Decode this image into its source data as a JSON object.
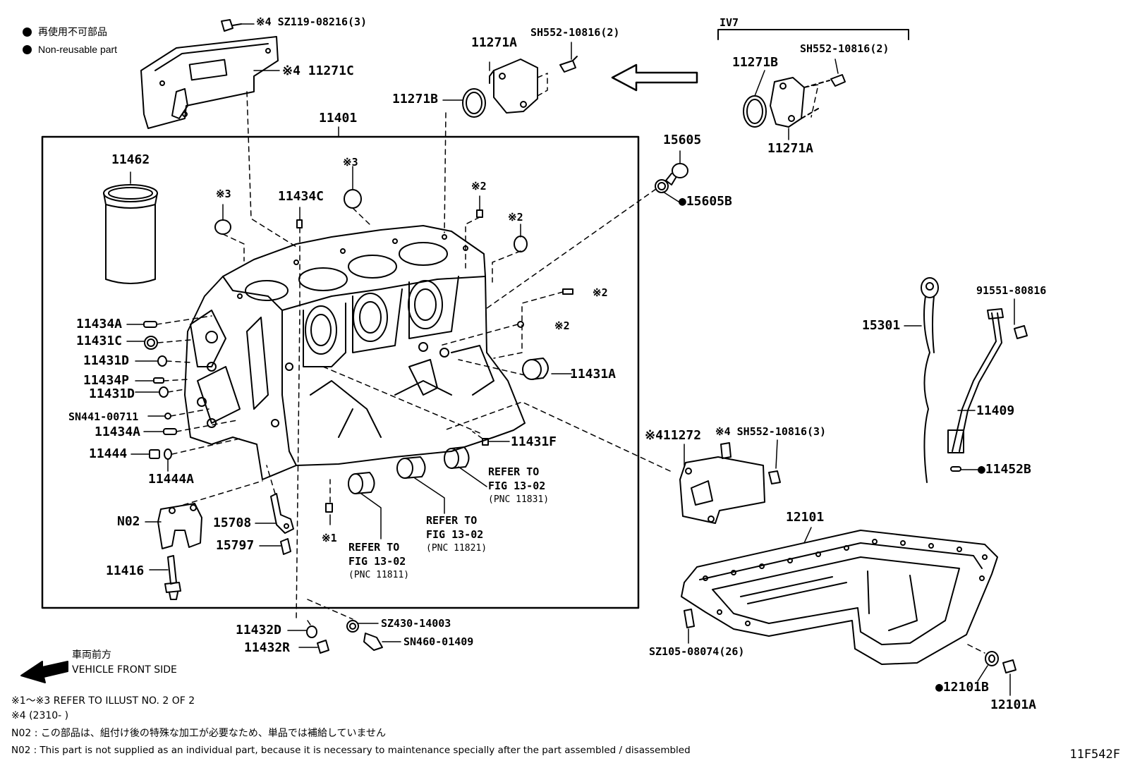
{
  "legend": {
    "jp": "再使用不可部品",
    "en": "Non-reusable part",
    "dot_color": "#000000"
  },
  "labels": {
    "sz119": "※4 SZ119-08216(3)",
    "p11271c": "※4 11271C",
    "p11271a_top": "11271A",
    "sh552_top": "SH552-10816(2)",
    "p11271b_top": "11271B",
    "iv7": "IV7",
    "p11271b_right": "11271B",
    "sh552_right": "SH552-10816(2)",
    "p11271a_right": "11271A",
    "p11401": "11401",
    "p11462": "11462",
    "mark3a": "※3",
    "p11434c": "11434C",
    "mark3b": "※3",
    "mark2a": "※2",
    "mark2b": "※2",
    "mark2c": "※2",
    "mark2d": "※2",
    "p15605": "15605",
    "p15605b": "●15605B",
    "p11434a_1": "11434A",
    "p11431c": "11431C",
    "p11431d_1": "11431D",
    "p11434p": "11434P",
    "p11431d_2": "11431D",
    "sn441": "SN441-00711",
    "p11434a_2": "11434A",
    "p11444": "11444",
    "p11444a": "11444A",
    "p11431a": "11431A",
    "p11431f": "11431F",
    "n02": "N02",
    "p15708": "15708",
    "p15797": "15797",
    "p11416": "11416",
    "mark1": "※1",
    "p11272": "※411272",
    "sh552_3": "※4 SH552-10816(3)",
    "p15301": "15301",
    "p91551": "91551-80816",
    "p11409": "11409",
    "p11452b": "●11452B",
    "p12101": "12101",
    "sz105": "SZ105-08074(26)",
    "p12101b": "●12101B",
    "p12101a": "12101A",
    "p11432d": "11432D",
    "p11432r": "11432R",
    "sz430": "SZ430-14003",
    "sn460": "SN460-01409"
  },
  "refs": {
    "r1": {
      "line1": "REFER TO",
      "line2": "FIG 13-02",
      "line3": "(PNC 11831)"
    },
    "r2": {
      "line1": "REFER TO",
      "line2": "FIG 13-02",
      "line3": "(PNC 11821)"
    },
    "r3": {
      "line1": "REFER TO",
      "line2": "FIG 13-02",
      "line3": "(PNC 11811)"
    }
  },
  "front": {
    "jp": "車両前方",
    "en": "VEHICLE FRONT SIDE"
  },
  "notes": {
    "n1": "※1～※3  REFER TO ILLUST NO. 2 OF 2",
    "n2": "※4 (2310-       )",
    "n3": "N02 : この部品は、組付け後の特殊な加工が必要なため、単品では補給していません",
    "n4": "N02 : This part is not supplied as an individual part, because it is necessary to maintenance specially after the part assembled / disassembled"
  },
  "code": "11F542F"
}
